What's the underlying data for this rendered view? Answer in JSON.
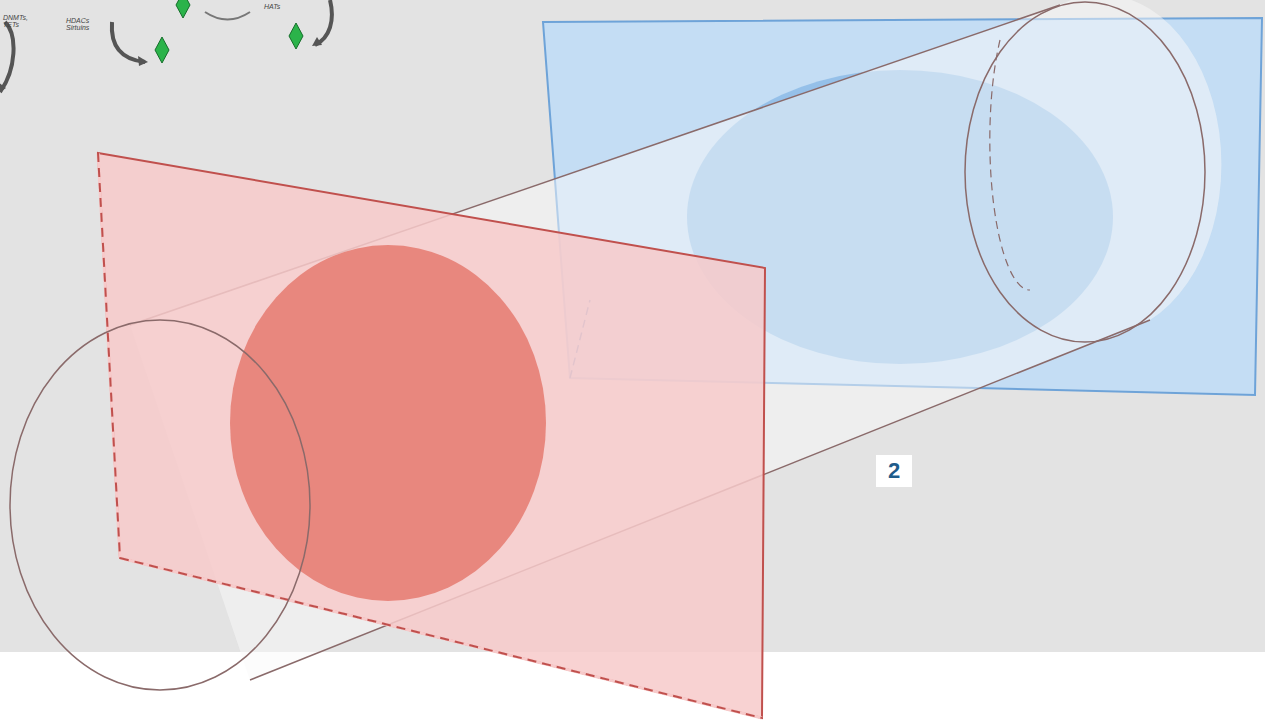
{
  "diagram": {
    "labels": [
      "DNMTs, TETs",
      "HDACs Sirtuins",
      "HATs",
      "2"
    ]
  }
}
